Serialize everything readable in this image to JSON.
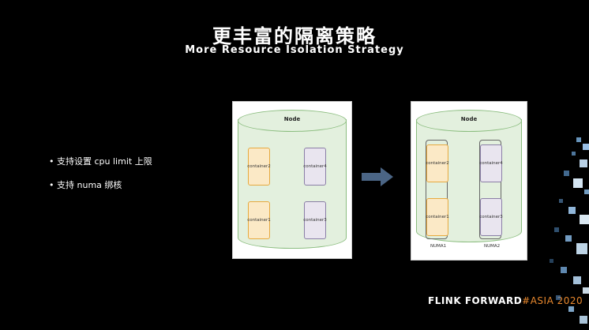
{
  "slide": {
    "title": "更丰富的隔离策略",
    "subtitle": "More Resource Isolation Strategy"
  },
  "bullets": [
    "支持设置 cpu limit 上限",
    "支持 numa 绑核"
  ],
  "diagram_left": {
    "node_label": "Node",
    "containers": [
      "container2",
      "container4",
      "container1",
      "container3"
    ]
  },
  "diagram_right": {
    "node_label": "Node",
    "containers": [
      "container2",
      "container4",
      "container1",
      "container3"
    ],
    "numa_labels": [
      "NUMA1",
      "NUMA2"
    ]
  },
  "footer": {
    "logo_part1": "FLINK FORWARD",
    "logo_part2": "#ASIA 2020"
  },
  "colors": {
    "background": "#000000",
    "cylinder_fill": "#e3f0de",
    "cylinder_stroke": "#8bbd7f",
    "container_orange": "#e7a93e",
    "container_purple": "#8a7ea6",
    "arrow": "#4b6585",
    "logo_accent": "#e8882e"
  }
}
